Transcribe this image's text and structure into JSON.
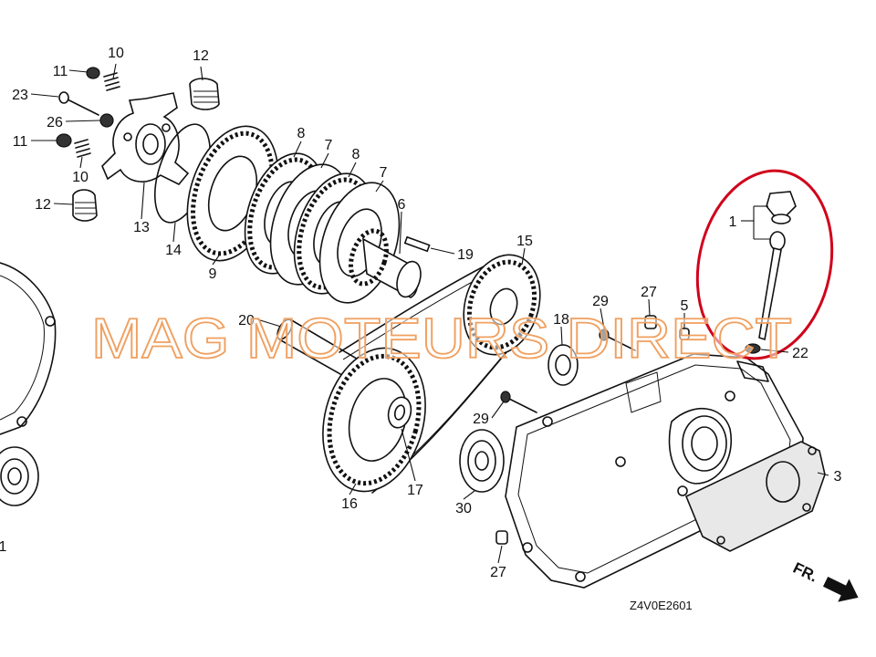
{
  "callouts": [
    "10",
    "11",
    "12",
    "23",
    "26",
    "11",
    "10",
    "12",
    "13",
    "14",
    "9",
    "8",
    "7",
    "8",
    "7",
    "6",
    "19",
    "15",
    "20",
    "18",
    "29",
    "27",
    "5",
    "1",
    "22",
    "29",
    "17",
    "16",
    "30",
    "27",
    "3",
    "1"
  ],
  "watermark": "MAG MOTEURS DIRECT",
  "diagram_code": "Z4V0E2601",
  "direction_label": "FR.",
  "colors": {
    "line": "#111111",
    "highlight_circle": "#d0021b",
    "watermark_outline": "#f0a060",
    "background": "#ffffff"
  }
}
